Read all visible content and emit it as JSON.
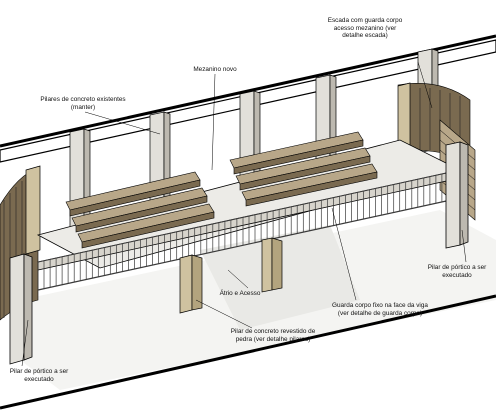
{
  "labels": {
    "stair": "Escada com guarda corpo\nacesso mezanino (ver\ndetalhe escada)",
    "mezzanine": "Mezanino novo",
    "pillars_existing": "Pilares de concreto existentes\n(manter)",
    "portico_right": "Pilar de pórtico a ser\nexecutado",
    "atrium": "Átrio e Acesso",
    "guardrail": "Guarda corpo fixo na face da viga\n(ver detalhe de guarda corpo)",
    "stone_pillar": "Pilar de concreto revestido de\npedra (ver detalhe pilares)",
    "portico_left": "Pilar de pórtico a ser\nexecutado"
  },
  "colors": {
    "line": "#000000",
    "concrete": "#e2e0da",
    "concrete_shade": "#bdb9b0",
    "stone": "#cfc2a0",
    "wood_top": "#b8a789",
    "wood_side": "#7a6a50",
    "deck": "#ecebe7",
    "rail": "#3a3a3a",
    "floor": "#f4f4f2"
  }
}
